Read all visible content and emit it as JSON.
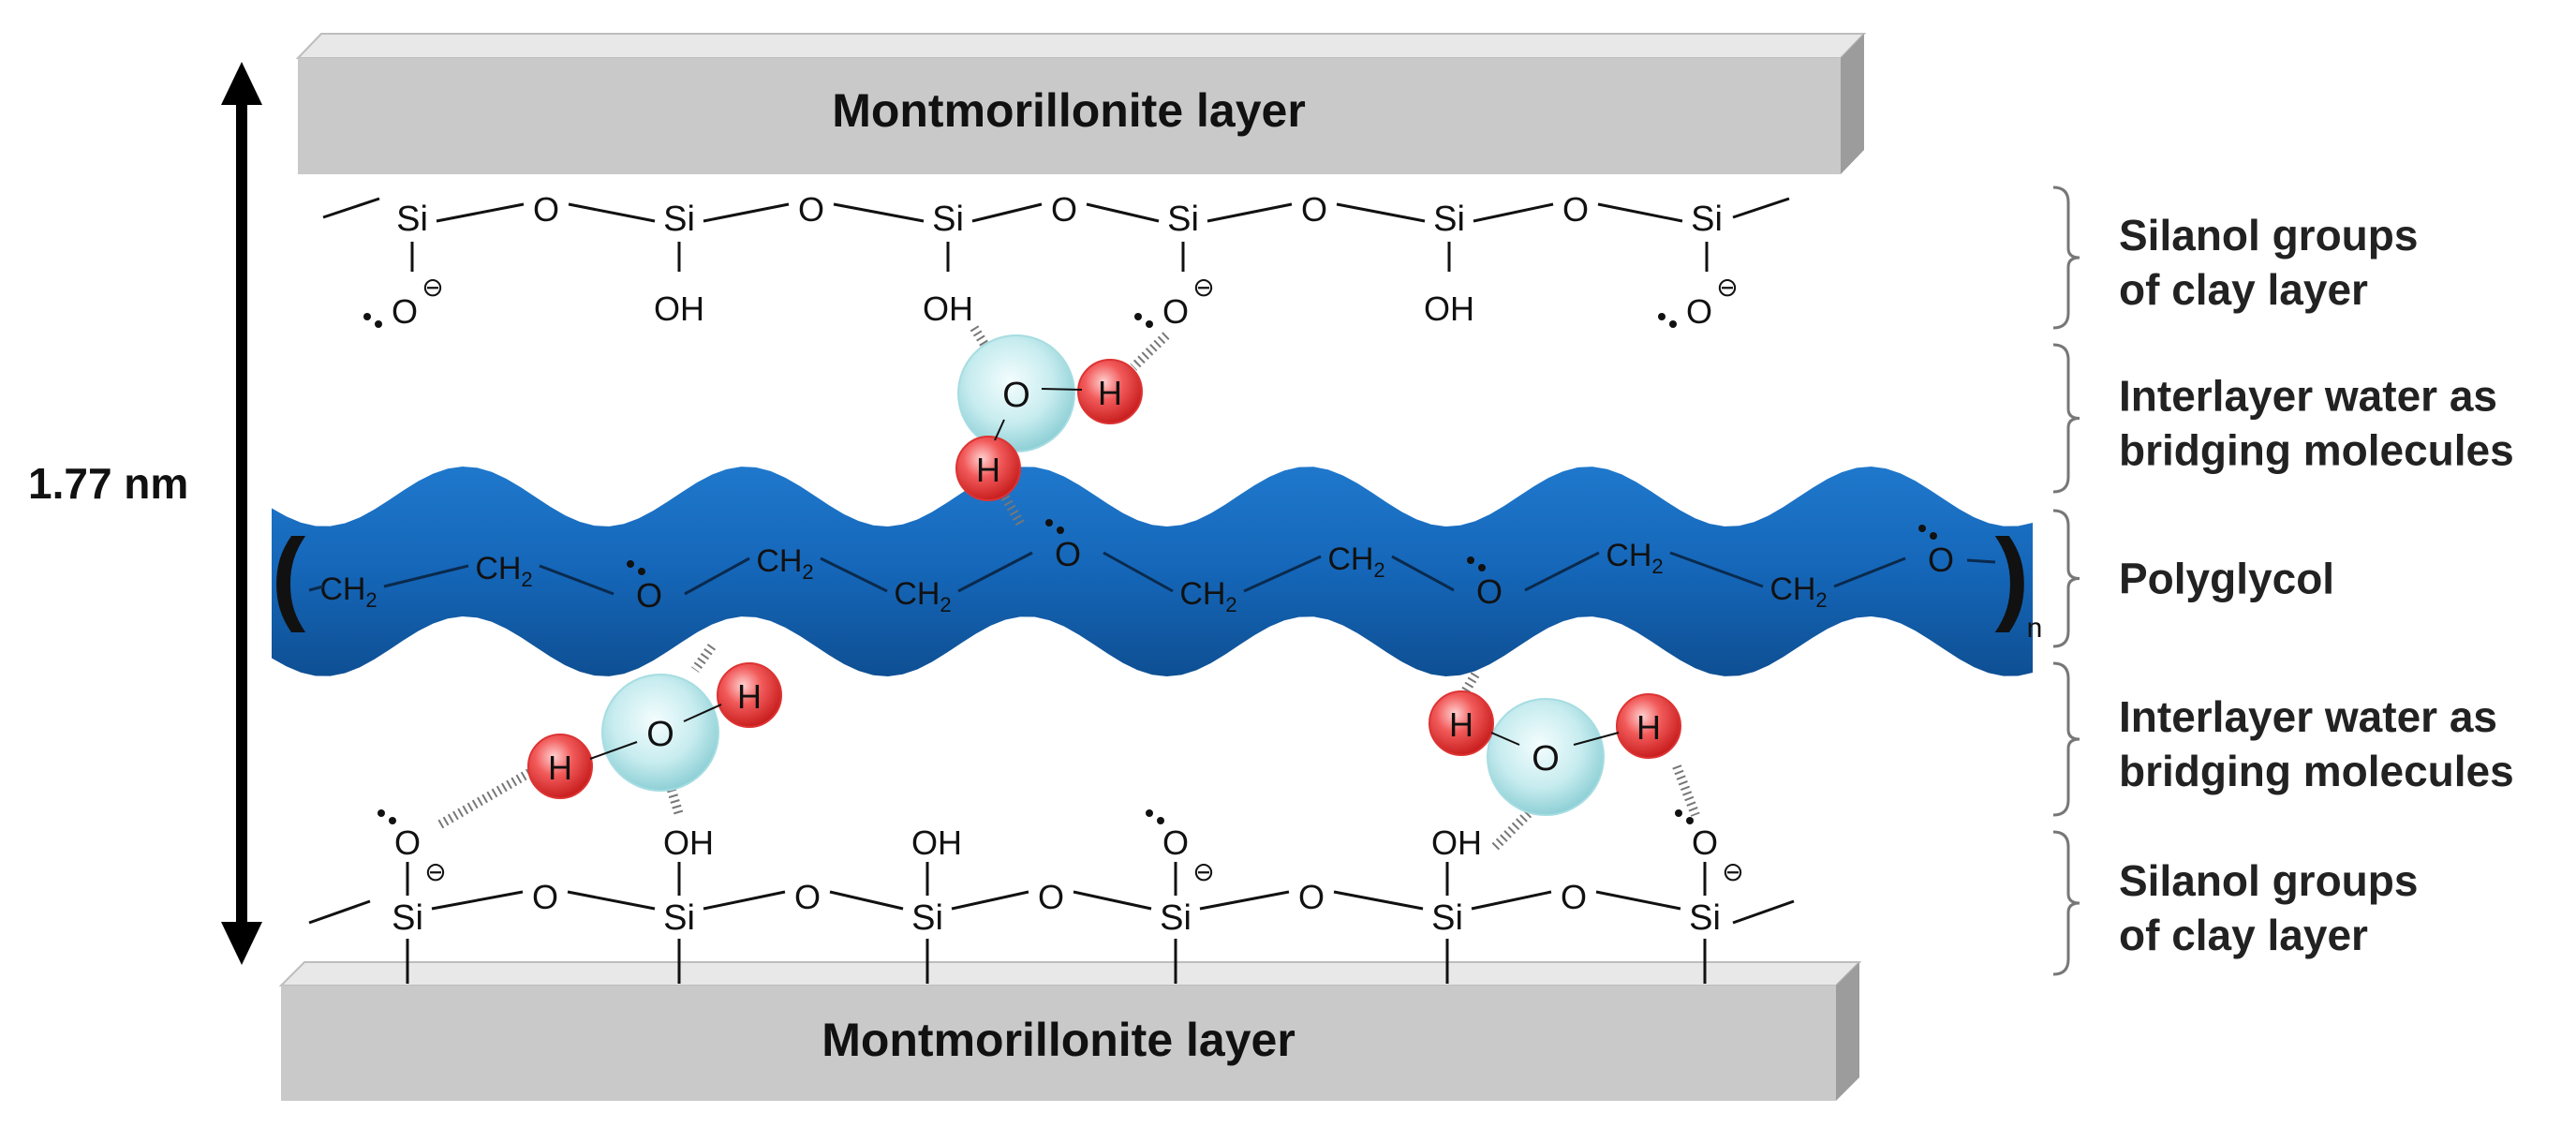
{
  "figure": {
    "distance_label": "1.77 nm",
    "top_layer_label": "Montmorillonite layer",
    "bottom_layer_label": "Montmorillonite layer",
    "colors": {
      "layer_face": "#c9c9c9",
      "layer_top": "#e6e6e6",
      "layer_side": "#9a9a9a",
      "polymer": "#1566b8",
      "hydrogen": "#e84545",
      "oxygen": "#bfe8ec",
      "bracket": "#777777"
    }
  },
  "chem": {
    "si": "Si",
    "o": "O",
    "oh": "OH",
    "h": "H",
    "ch2": "CH",
    "sub2": "2",
    "n": "n",
    "minus": "⊖"
  },
  "side_labels": [
    {
      "line1": "Silanol groups",
      "line2": "of clay layer"
    },
    {
      "line1": "Interlayer water as",
      "line2": "bridging molecules"
    },
    {
      "line1": "Polyglycol",
      "line2": ""
    },
    {
      "line1": "Interlayer water as",
      "line2": "bridging molecules"
    },
    {
      "line1": "Silanol groups",
      "line2": "of clay layer"
    }
  ]
}
